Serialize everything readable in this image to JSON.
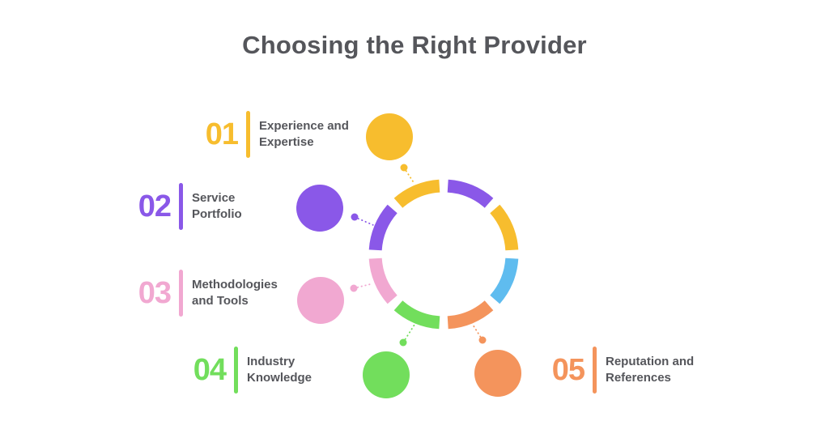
{
  "title": "Choosing the Right Provider",
  "colors": {
    "yellow": "#F7BD2E",
    "purple": "#8A58E8",
    "pink": "#F1A8D1",
    "green": "#72DE5C",
    "orange": "#F4945C",
    "blue": "#5FBCEF",
    "text": "#55565B",
    "background": "#FFFFFF"
  },
  "items": [
    {
      "number": "01",
      "label": "Experience and\nExpertise",
      "color": "yellow"
    },
    {
      "number": "02",
      "label": "Service\nPortfolio",
      "color": "purple"
    },
    {
      "number": "03",
      "label": "Methodologies\nand Tools",
      "color": "pink"
    },
    {
      "number": "04",
      "label": "Industry\nKnowledge",
      "color": "green"
    },
    {
      "number": "05",
      "label": "Reputation and\nReferences",
      "color": "orange"
    }
  ],
  "ring_segments": [
    "purple",
    "yellow",
    "blue",
    "orange",
    "green",
    "pink",
    "purple",
    "yellow"
  ]
}
